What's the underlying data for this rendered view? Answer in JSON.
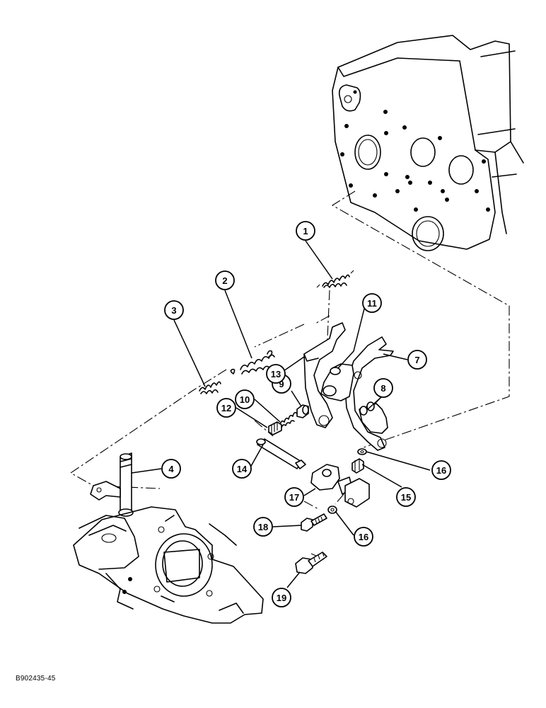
{
  "callouts": [
    {
      "id": "c1",
      "label": "1"
    },
    {
      "id": "c2",
      "label": "2"
    },
    {
      "id": "c3",
      "label": "3"
    },
    {
      "id": "c4",
      "label": "4"
    },
    {
      "id": "c7",
      "label": "7"
    },
    {
      "id": "c8",
      "label": "8"
    },
    {
      "id": "c9",
      "label": "9"
    },
    {
      "id": "c10",
      "label": "10"
    },
    {
      "id": "c11",
      "label": "11"
    },
    {
      "id": "c12",
      "label": "12"
    },
    {
      "id": "c13",
      "label": "13"
    },
    {
      "id": "c14",
      "label": "14"
    },
    {
      "id": "c15",
      "label": "15"
    },
    {
      "id": "c16a",
      "label": "16"
    },
    {
      "id": "c16b",
      "label": "16"
    },
    {
      "id": "c17",
      "label": "17"
    },
    {
      "id": "c18",
      "label": "18"
    },
    {
      "id": "c19",
      "label": "19"
    }
  ],
  "reference_code": "B902435-45"
}
